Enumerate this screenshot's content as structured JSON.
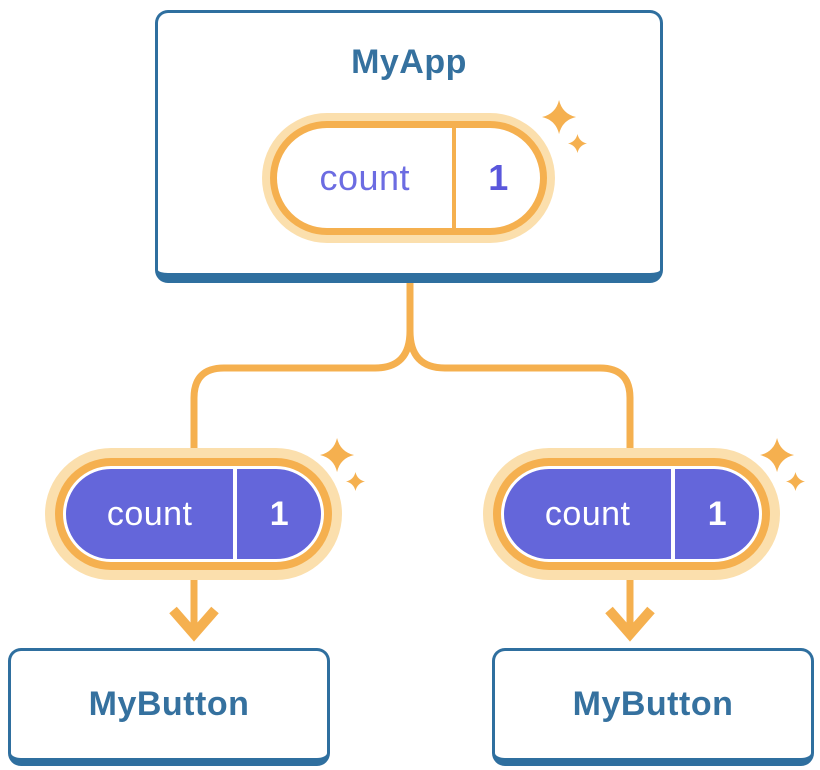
{
  "canvas": {
    "background": "#FFFFFF"
  },
  "colors": {
    "box_border_blue": "#2F6F9F",
    "title_text_blue": "#35719F",
    "accent_orange": "#F5B04F",
    "glow_orange_light": "#FBDFAD",
    "state_fill_purple": "#6466DA",
    "state_label_purple": "#6C6CE2",
    "state_value_purple": "#5A57DC",
    "pill_white": "#FFFFFF"
  },
  "diagram": {
    "parent_component": {
      "title": "MyApp",
      "state_pill": {
        "label": "count",
        "value": "1"
      }
    },
    "child_components": [
      {
        "title": "MyButton",
        "state_pill": {
          "label": "count",
          "value": "1"
        }
      },
      {
        "title": "MyButton",
        "state_pill": {
          "label": "count",
          "value": "1"
        }
      }
    ]
  }
}
